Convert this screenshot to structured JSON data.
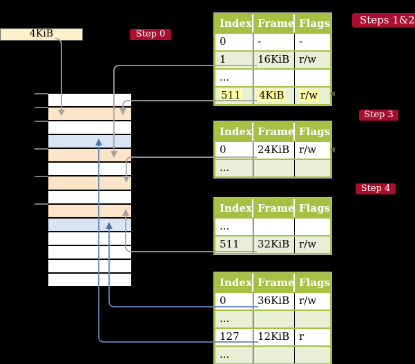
{
  "colors": {
    "background": "#000000",
    "table_header_green": "#a6c044",
    "table_row_light_green": "#e9efd7",
    "table_row_white": "#ffffff",
    "highlight_yellow": "#ffffa2",
    "memory_frame_peach": "#fce4c8",
    "memory_frame_blue": "#d9e4f5",
    "step_label_red": "#a80f2f",
    "page_size_beige": "#fdf0cb",
    "arrow_gray": "#a3a3a3",
    "arrow_blue": "#6285bc"
  },
  "labels": {
    "page_size": "4KiB",
    "step0": "Step 0",
    "steps12": "Steps 1&2",
    "step3": "Step 3",
    "step4": "Step 4"
  },
  "memory": {
    "rows": [
      "white",
      "peach",
      "white",
      "blue",
      "peach",
      "white",
      "peach",
      "white",
      "peach",
      "blue",
      "white",
      "white",
      "white",
      "white"
    ],
    "tick_count": 6
  },
  "tables": [
    {
      "id": "t1",
      "columns": [
        "Index",
        "Frame",
        "Flags"
      ],
      "rows": [
        {
          "cells": [
            "0",
            "-",
            "-"
          ],
          "shade": "white",
          "highlight": false
        },
        {
          "cells": [
            "1",
            "16KiB",
            "r/w"
          ],
          "shade": "green",
          "highlight": false
        },
        {
          "cells": [
            "...",
            "",
            ""
          ],
          "shade": "white",
          "highlight": false
        },
        {
          "cells": [
            "511",
            "4KiB",
            "r/w"
          ],
          "shade": "green",
          "highlight": true
        }
      ]
    },
    {
      "id": "t2",
      "columns": [
        "Index",
        "Frame",
        "Flags"
      ],
      "rows": [
        {
          "cells": [
            "0",
            "24KiB",
            "r/w"
          ],
          "shade": "white",
          "highlight": false
        },
        {
          "cells": [
            "...",
            "",
            ""
          ],
          "shade": "green",
          "highlight": false
        }
      ]
    },
    {
      "id": "t3",
      "columns": [
        "Index",
        "Frame",
        "Flags"
      ],
      "rows": [
        {
          "cells": [
            "...",
            "",
            ""
          ],
          "shade": "white",
          "highlight": false
        },
        {
          "cells": [
            "511",
            "32KiB",
            "r/w"
          ],
          "shade": "green",
          "highlight": false
        }
      ]
    },
    {
      "id": "t4",
      "columns": [
        "Index",
        "Frame",
        "Flags"
      ],
      "rows": [
        {
          "cells": [
            "0",
            "36KiB",
            "r/w"
          ],
          "shade": "white",
          "highlight": false
        },
        {
          "cells": [
            "...",
            "",
            ""
          ],
          "shade": "green",
          "highlight": false
        },
        {
          "cells": [
            "127",
            "12KiB",
            "r"
          ],
          "shade": "white",
          "highlight": false
        },
        {
          "cells": [
            "...",
            "",
            ""
          ],
          "shade": "green",
          "highlight": false
        }
      ]
    }
  ],
  "arrows": [
    {
      "from": "page-size-label",
      "to": "memory-frame-row-2",
      "color": "gray"
    },
    {
      "from": "table-1 entry 1 (16KiB)",
      "to": "memory-frame-row-5",
      "color": "gray"
    },
    {
      "from": "table-1 entry 511 (4KiB)",
      "to": "memory-frame-row-2",
      "color": "gray"
    },
    {
      "from": "table-2 entry 0 (24KiB)",
      "to": "memory-frame-row-7",
      "color": "gray"
    },
    {
      "from": "table-3 entry 511 (32KiB)",
      "to": "memory-frame-row-9",
      "color": "gray"
    },
    {
      "from": "table-4 entry 0 (36KiB)",
      "to": "memory-frame-row-10",
      "color": "blue"
    },
    {
      "from": "table-4 entry 127 (12KiB)",
      "to": "memory-frame-row-4",
      "color": "blue"
    }
  ]
}
